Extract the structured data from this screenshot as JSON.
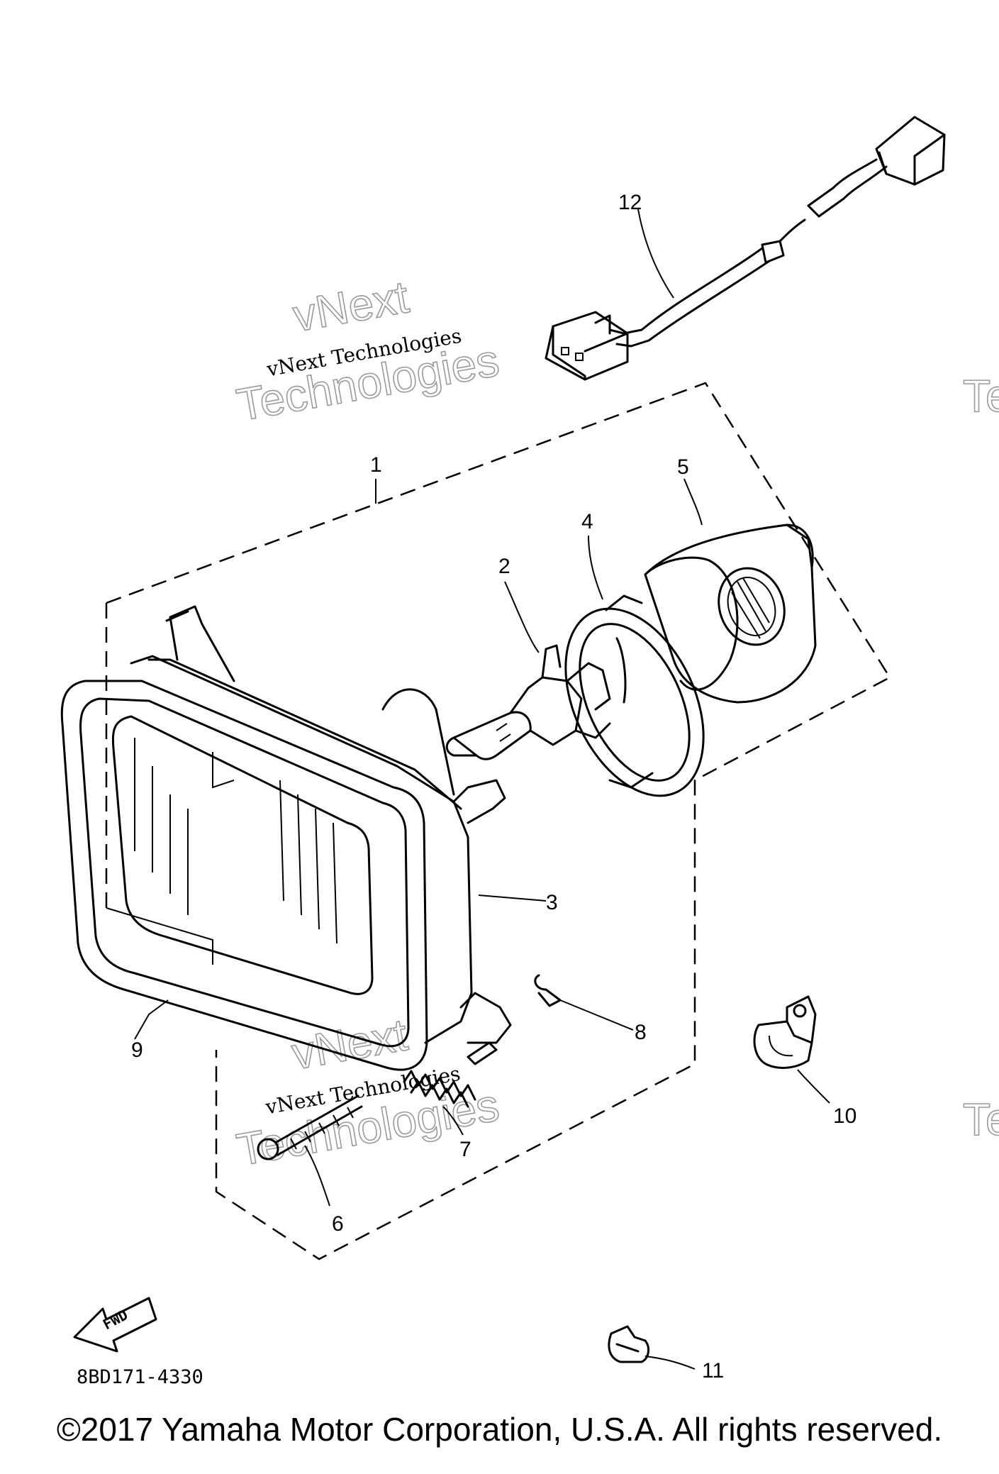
{
  "diagram": {
    "callouts": [
      "1",
      "2",
      "3",
      "4",
      "5",
      "6",
      "7",
      "8",
      "9",
      "10",
      "11",
      "12"
    ],
    "watermark": {
      "small_text": "vNext Technologies",
      "big_line1": "vNext",
      "big_line2": "Technologies",
      "edge_fragment": "Te"
    },
    "fwd_label": "FWD",
    "diagram_code": "8BD171-4330"
  },
  "footer": {
    "copyright": "©2017 Yamaha Motor Corporation, U.S.A. All rights reserved."
  }
}
